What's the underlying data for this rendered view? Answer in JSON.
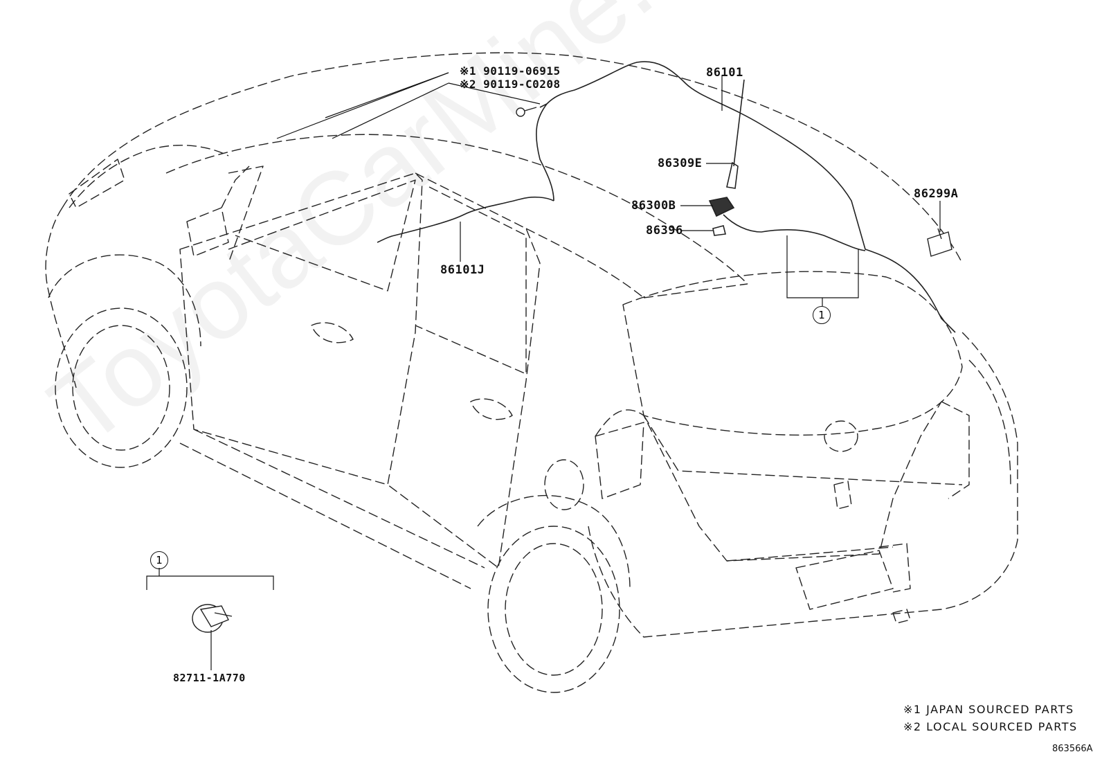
{
  "watermark": "ToyotaCarMine.ru",
  "parts": {
    "p86101": "86101",
    "p86101J": "86101J",
    "p86309E": "86309E",
    "p86300B": "86300B",
    "p86396": "86396",
    "p86299A": "86299A",
    "p82711": "82711-1A770",
    "bolt1": "※1 90119-06915",
    "bolt2": "※2 90119-C0208",
    "group_marker": "1"
  },
  "notes": {
    "japan": "※1 JAPAN SOURCED PARTS",
    "local": "※2 LOCAL SOURCED PARTS"
  },
  "diagram_code": "863566A"
}
